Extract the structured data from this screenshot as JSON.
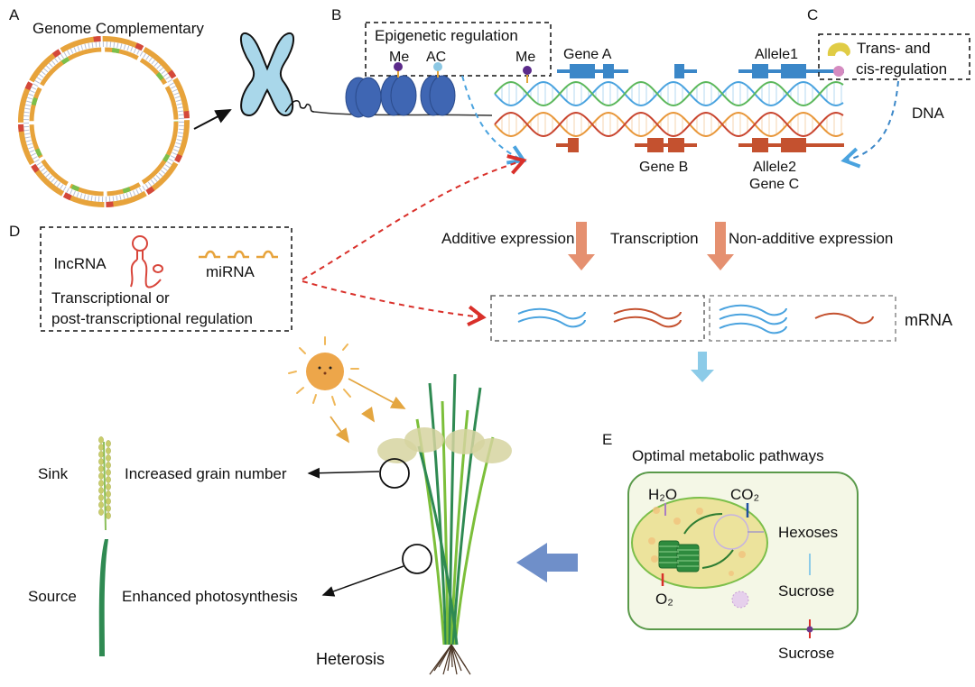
{
  "panels": {
    "A": {
      "letter": "A",
      "title": "Genome Complementary"
    },
    "B": {
      "letter": "B",
      "box_title": "Epigenetic regulation",
      "marks": [
        "Me",
        "AC",
        "Me"
      ]
    },
    "C": {
      "letter": "C",
      "box_line1": "Trans- and",
      "box_line2": "cis-regulation"
    },
    "D": {
      "letter": "D",
      "lncrna": "lncRNA",
      "mirna": "miRNA",
      "line1": "Transcriptional or",
      "line2": "post-transcriptional regulation"
    },
    "E": {
      "letter": "E",
      "title": "Optimal metabolic pathways"
    }
  },
  "dna": {
    "label": "DNA",
    "gene_a": "Gene A",
    "allele1": "Allele1",
    "gene_b": "Gene B",
    "allele2": "Allele2",
    "gene_c": "Gene C"
  },
  "expression": {
    "additive": "Additive expression",
    "transcription": "Transcription",
    "non_additive": "Non-additive expression",
    "mrna": "mRNA"
  },
  "metabolism": {
    "h2o": "H₂O",
    "co2": "CO₂",
    "o2": "O₂",
    "hexoses": "Hexoses",
    "sucrose_inner": "Sucrose",
    "sucrose_outer": "Sucrose"
  },
  "phenotype": {
    "sink": "Sink",
    "source": "Source",
    "grain": "Increased grain number",
    "photosynthesis": "Enhanced photosynthesis",
    "heterosis": "Heterosis"
  },
  "colors": {
    "blue_strand": "#4aa3df",
    "green_strand": "#5cb85c",
    "orange_strand": "#e8973a",
    "red_strand": "#c9452f",
    "gene_blue": "#3b87c8",
    "gene_red": "#c4512f",
    "nucleosome": "#3f66b3",
    "chromosome": "#a9d7ea",
    "arrow_salmon": "#e59070",
    "arrow_lightblue": "#8ccbe8",
    "arrow_steel": "#6f8fc9",
    "cell_fill": "#f4f7e6",
    "cell_border": "#5a9a4a"
  }
}
